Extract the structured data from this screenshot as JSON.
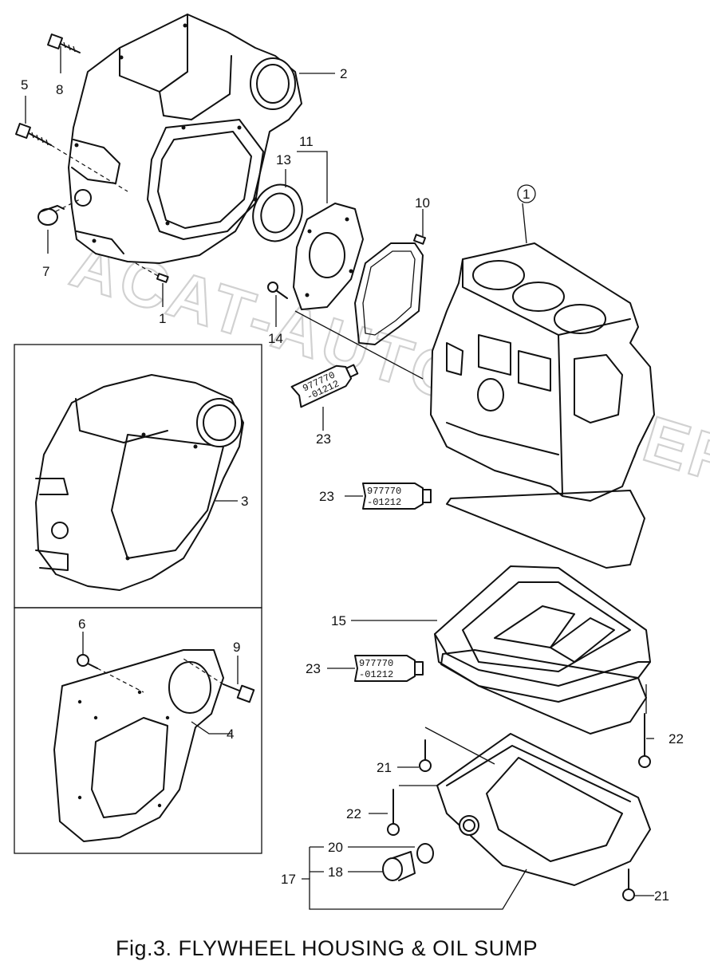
{
  "figure": {
    "caption": "Fig.3.  FLYWHEEL HOUSING & OIL SUMP"
  },
  "watermark": {
    "text": "ACAT-AUTODEALER.RU"
  },
  "callouts": [
    {
      "id": "c1a",
      "label": "1"
    },
    {
      "id": "c1b",
      "label": "1"
    },
    {
      "id": "c2",
      "label": "2"
    },
    {
      "id": "c3",
      "label": "3"
    },
    {
      "id": "c4",
      "label": "4"
    },
    {
      "id": "c5",
      "label": "5"
    },
    {
      "id": "c6",
      "label": "6"
    },
    {
      "id": "c7",
      "label": "7"
    },
    {
      "id": "c8",
      "label": "8"
    },
    {
      "id": "c9",
      "label": "9"
    },
    {
      "id": "c10",
      "label": "10"
    },
    {
      "id": "c11",
      "label": "11"
    },
    {
      "id": "c13",
      "label": "13"
    },
    {
      "id": "c14",
      "label": "14"
    },
    {
      "id": "c15",
      "label": "15"
    },
    {
      "id": "c17",
      "label": "17"
    },
    {
      "id": "c18",
      "label": "18"
    },
    {
      "id": "c20",
      "label": "20"
    },
    {
      "id": "c21a",
      "label": "21"
    },
    {
      "id": "c21b",
      "label": "21"
    },
    {
      "id": "c22a",
      "label": "22"
    },
    {
      "id": "c22b",
      "label": "22"
    },
    {
      "id": "c23a",
      "label": "23"
    },
    {
      "id": "c23b",
      "label": "23"
    },
    {
      "id": "c23c",
      "label": "23"
    }
  ],
  "sealant_tubes": [
    {
      "id": "t1",
      "line1": "977770",
      "line2": "-01212"
    },
    {
      "id": "t2",
      "line1": "977770",
      "line2": "-01212"
    },
    {
      "id": "t3",
      "line1": "977770",
      "line2": "-01212"
    }
  ]
}
